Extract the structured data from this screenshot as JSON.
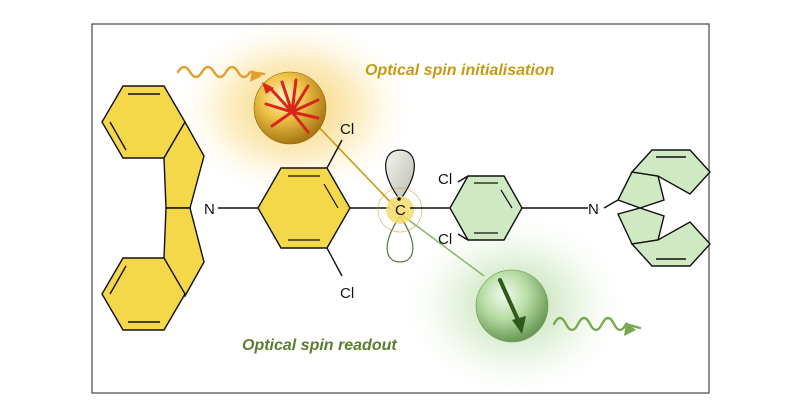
{
  "captions": {
    "initialisation": "Optical spin initialisation",
    "readout": "Optical spin readout"
  },
  "atoms": {
    "n_left": "N",
    "n_right": "N",
    "cl_top": "Cl",
    "cl_bottom": "Cl",
    "cl_right_top": "Cl",
    "cl_right_bottom": "Cl",
    "carbon": "C"
  },
  "colors": {
    "frame": "#555555",
    "yellow_ring": "#f5d84a",
    "green_ring": "#cfe9c2",
    "init_text": "#c89a14",
    "readout_text": "#5a7d2e",
    "red_arrows": "#d8261c",
    "green_arrow": "#2f5a1c",
    "wave_orange": "#e0a030",
    "wave_green": "#7aa850"
  },
  "icons": {
    "excitation_wave": "wavy-arrow-icon",
    "emission_wave": "wavy-arrow-icon",
    "spin_sphere_initialised": "sphere-with-red-arrows-icon",
    "spin_sphere_readout": "sphere-with-green-arrow-icon"
  }
}
